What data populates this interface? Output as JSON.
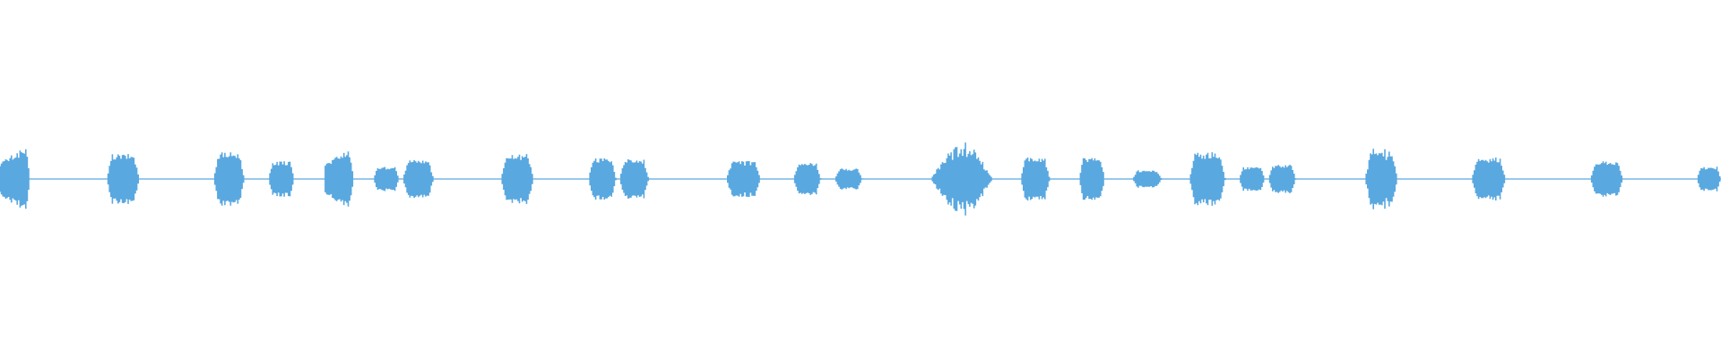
{
  "waveform": {
    "color": "#5aa8e0",
    "baseline_color": "#5aa8e0",
    "bursts": [
      {
        "start": 0.0,
        "end": 0.017,
        "amp": 0.085,
        "shape": "rise"
      },
      {
        "start": 0.062,
        "end": 0.081,
        "amp": 0.07,
        "shape": "flat"
      },
      {
        "start": 0.124,
        "end": 0.142,
        "amp": 0.075,
        "shape": "flat"
      },
      {
        "start": 0.156,
        "end": 0.171,
        "amp": 0.05,
        "shape": "flat"
      },
      {
        "start": 0.189,
        "end": 0.205,
        "amp": 0.08,
        "shape": "rise"
      },
      {
        "start": 0.217,
        "end": 0.232,
        "amp": 0.035,
        "shape": "flat"
      },
      {
        "start": 0.234,
        "end": 0.252,
        "amp": 0.055,
        "shape": "flat"
      },
      {
        "start": 0.291,
        "end": 0.31,
        "amp": 0.07,
        "shape": "flat"
      },
      {
        "start": 0.342,
        "end": 0.358,
        "amp": 0.06,
        "shape": "flat"
      },
      {
        "start": 0.36,
        "end": 0.377,
        "amp": 0.055,
        "shape": "flat"
      },
      {
        "start": 0.422,
        "end": 0.442,
        "amp": 0.05,
        "shape": "flat"
      },
      {
        "start": 0.461,
        "end": 0.477,
        "amp": 0.045,
        "shape": "flat"
      },
      {
        "start": 0.485,
        "end": 0.501,
        "amp": 0.03,
        "shape": "flat"
      },
      {
        "start": 0.541,
        "end": 0.577,
        "amp": 0.11,
        "shape": "spindle"
      },
      {
        "start": 0.593,
        "end": 0.61,
        "amp": 0.06,
        "shape": "flat"
      },
      {
        "start": 0.627,
        "end": 0.642,
        "amp": 0.06,
        "shape": "flat"
      },
      {
        "start": 0.658,
        "end": 0.675,
        "amp": 0.025,
        "shape": "flat"
      },
      {
        "start": 0.691,
        "end": 0.712,
        "amp": 0.075,
        "shape": "flat"
      },
      {
        "start": 0.72,
        "end": 0.735,
        "amp": 0.035,
        "shape": "flat"
      },
      {
        "start": 0.737,
        "end": 0.753,
        "amp": 0.04,
        "shape": "flat"
      },
      {
        "start": 0.793,
        "end": 0.812,
        "amp": 0.085,
        "shape": "spiky"
      },
      {
        "start": 0.855,
        "end": 0.875,
        "amp": 0.06,
        "shape": "flat"
      },
      {
        "start": 0.924,
        "end": 0.943,
        "amp": 0.05,
        "shape": "flat"
      },
      {
        "start": 0.986,
        "end": 1.0,
        "amp": 0.035,
        "shape": "flat"
      }
    ]
  }
}
